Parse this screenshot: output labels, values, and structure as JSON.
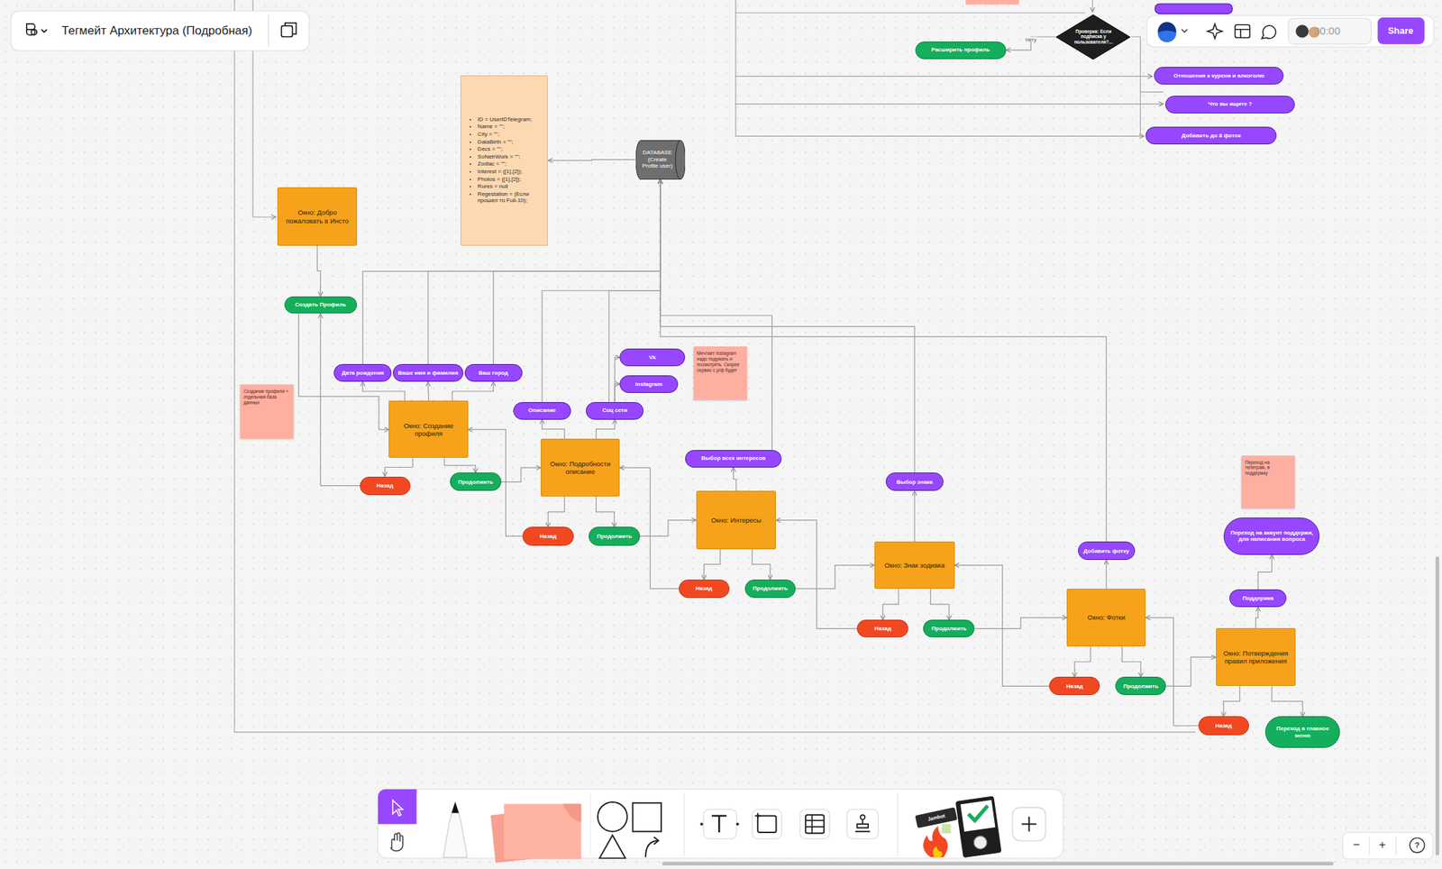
{
  "diagram": {
    "title": "Тегмейт Архитектура (Подробная)",
    "nodes": [
      {
        "text": [
          "Проверка: Если подписка у пользователя?..."
        ]
      },
      {
        "text": [
          "Расширить профиль"
        ]
      },
      {
        "text": [
          "Отношения к курени и алкоголю"
        ]
      },
      {
        "text": [
          "Что вы ищите ?"
        ]
      },
      {
        "text": [
          "Добавить до 8 фоток"
        ]
      },
      {
        "text": [
          "ID = UserIDTelegram;",
          "Name = \"\";",
          "City = \"\";",
          "DataBirth = \"\";",
          "Decs = \"\";",
          "SoNetrWork = \"\";",
          "Zodiac = \"\";",
          "Interest = ([1],[2]);",
          "Photos = ([1],[2]);",
          "Rures = null",
          "Regestation = (Если прошел то Full-10);"
        ]
      },
      {
        "text": [
          "DATABASE (Create Profile user)"
        ]
      },
      {
        "text": [
          "Окно: Добро пожаловать в Инсто"
        ]
      },
      {
        "text": [
          "Создать Профиль"
        ]
      },
      {
        "text": [
          "Дата рождения"
        ]
      },
      {
        "text": [
          "Ваше имя и фамилия"
        ]
      },
      {
        "text": [
          "Ваш город"
        ]
      },
      {
        "text": [
          "Vk"
        ]
      },
      {
        "text": [
          "Мечтает Instagram надо подумать и посмотреть. Скорее сервис с р/ф будет"
        ]
      },
      {
        "text": [
          "instagram"
        ]
      },
      {
        "text": [
          "Создание профиля + отдельная база данных"
        ]
      },
      {
        "text": [
          "Окно: Создание профиля"
        ]
      },
      {
        "text": [
          "Описание"
        ]
      },
      {
        "text": [
          "Соц сети"
        ]
      },
      {
        "text": [
          "Окно: Подробности описание"
        ]
      },
      {
        "text": [
          "Выбор всех интересов"
        ]
      },
      {
        "text": [
          "Назад"
        ]
      },
      {
        "text": [
          "Продолжить"
        ]
      },
      {
        "text": [
          "Переход на телеграм, в поддержку"
        ]
      },
      {
        "text": [
          "Выбор знака"
        ]
      },
      {
        "text": [
          "Окно: Интересы"
        ]
      },
      {
        "text": [
          "Назад"
        ]
      },
      {
        "text": [
          "Продолжить"
        ]
      },
      {
        "text": [
          "Переход на акаунт поддержи, для написания вопроса"
        ]
      },
      {
        "text": [
          "Окно: Знак зодиака"
        ]
      },
      {
        "text": [
          "Добавить фотку"
        ]
      },
      {
        "text": [
          "Назад"
        ]
      },
      {
        "text": [
          "Продолжить"
        ]
      },
      {
        "text": [
          "Поддержка"
        ]
      },
      {
        "text": [
          "Окно: Фотки"
        ]
      },
      {
        "text": [
          "Назад"
        ]
      },
      {
        "text": [
          "Продолжить"
        ]
      },
      {
        "text": [
          "Окно: Потверждения правил приложения"
        ]
      },
      {
        "text": [
          "Назад"
        ]
      },
      {
        "text": [
          "Продолжить"
        ]
      },
      {
        "text": [
          "Назад"
        ]
      },
      {
        "text": [
          "Переход в главное меню"
        ]
      }
    ],
    "edges": [
      {
        "from": 7,
        "to": 8,
        "arrow": "to"
      },
      {
        "from": 8,
        "to": 16,
        "arrow": "to"
      },
      {
        "from": 16,
        "to": 9,
        "arrow": "to"
      },
      {
        "from": 16,
        "to": 10,
        "arrow": "to"
      },
      {
        "from": 16,
        "to": 11,
        "arrow": "to"
      },
      {
        "from": 9,
        "to": 6,
        "arrow": "to"
      },
      {
        "from": 10,
        "to": 6,
        "arrow": "to"
      },
      {
        "from": 11,
        "to": 6,
        "arrow": "to"
      },
      {
        "from": 16,
        "to": 21,
        "arrow": "to"
      },
      {
        "from": 16,
        "to": 22,
        "arrow": "to"
      },
      {
        "from": 21,
        "to": 8,
        "arrow": "to"
      },
      {
        "from": 22,
        "to": 19,
        "arrow": "to"
      },
      {
        "from": 19,
        "to": 17,
        "arrow": "to"
      },
      {
        "from": 19,
        "to": 18,
        "arrow": "to"
      },
      {
        "from": 18,
        "to": 12,
        "arrow": "to"
      },
      {
        "from": 18,
        "to": 14,
        "arrow": "to"
      },
      {
        "from": 17,
        "to": 6,
        "arrow": "to"
      },
      {
        "from": 18,
        "to": 6,
        "arrow": "to"
      },
      {
        "from": 19,
        "to": 26,
        "arrow": "to"
      },
      {
        "from": 19,
        "to": 27,
        "arrow": "to"
      },
      {
        "from": 26,
        "to": 16,
        "arrow": "to"
      },
      {
        "from": 27,
        "to": 25,
        "arrow": "to"
      },
      {
        "from": 25,
        "to": 20,
        "arrow": "to"
      },
      {
        "from": 20,
        "to": 6,
        "arrow": "to"
      },
      {
        "from": 25,
        "to": 31,
        "arrow": "to"
      },
      {
        "from": 25,
        "to": 32,
        "arrow": "to"
      },
      {
        "from": 31,
        "to": 19,
        "arrow": "to"
      },
      {
        "from": 32,
        "to": 29,
        "arrow": "to"
      },
      {
        "from": 29,
        "to": 24,
        "arrow": "to"
      },
      {
        "from": 24,
        "to": 6,
        "arrow": "to"
      },
      {
        "from": 29,
        "to": 35,
        "arrow": "to"
      },
      {
        "from": 29,
        "to": 36,
        "arrow": "to"
      },
      {
        "from": 35,
        "to": 25,
        "arrow": "to"
      },
      {
        "from": 36,
        "to": 34,
        "arrow": "to"
      },
      {
        "from": 34,
        "to": 30,
        "arrow": "to"
      },
      {
        "from": 30,
        "to": 6,
        "arrow": "to"
      },
      {
        "from": 34,
        "to": 38,
        "arrow": "to"
      },
      {
        "from": 34,
        "to": 39,
        "arrow": "to"
      },
      {
        "from": 38,
        "to": 29,
        "arrow": "to"
      },
      {
        "from": 39,
        "to": 37,
        "arrow": "to"
      },
      {
        "from": 37,
        "to": 33,
        "arrow": "to"
      },
      {
        "from": 33,
        "to": 28,
        "arrow": "to"
      },
      {
        "from": 37,
        "to": 40,
        "arrow": "to"
      },
      {
        "from": 37,
        "to": 41,
        "arrow": "to"
      },
      {
        "from": 40,
        "to": 34,
        "arrow": "to"
      },
      {
        "from": 6,
        "to": 5,
        "arrow": "to"
      },
      {
        "from": 0,
        "to": 1,
        "label": "Нету",
        "arrow": "to"
      }
    ],
    "labels": [
      "30:00",
      "Share",
      "Jambot",
      "−",
      "+",
      "?"
    ]
  }
}
